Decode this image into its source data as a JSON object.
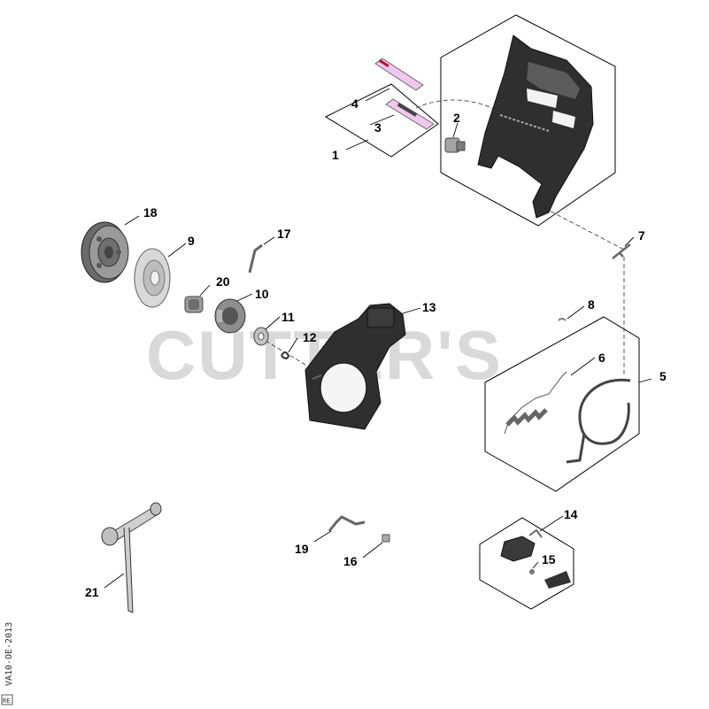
{
  "watermark": "CUTTER'S",
  "side_code": "VA10-OE-2013",
  "corner_code": "RE",
  "callouts": [
    {
      "id": "1",
      "label": "1"
    },
    {
      "id": "2",
      "label": "2"
    },
    {
      "id": "3",
      "label": "3"
    },
    {
      "id": "4",
      "label": "4"
    },
    {
      "id": "5",
      "label": "5"
    },
    {
      "id": "6",
      "label": "6"
    },
    {
      "id": "7",
      "label": "7"
    },
    {
      "id": "8",
      "label": "8"
    },
    {
      "id": "9",
      "label": "9"
    },
    {
      "id": "10",
      "label": "10"
    },
    {
      "id": "11",
      "label": "11"
    },
    {
      "id": "12",
      "label": "12"
    },
    {
      "id": "13",
      "label": "13"
    },
    {
      "id": "14",
      "label": "14"
    },
    {
      "id": "15",
      "label": "15"
    },
    {
      "id": "16",
      "label": "16"
    },
    {
      "id": "17",
      "label": "17"
    },
    {
      "id": "18",
      "label": "18"
    },
    {
      "id": "19",
      "label": "19"
    },
    {
      "id": "20",
      "label": "20"
    },
    {
      "id": "21",
      "label": "21"
    }
  ],
  "colors": {
    "part_dark": "#2b2b2b",
    "part_gray": "#8a8a8a",
    "part_light": "#d6d6d6",
    "label_pink": "#f3c6ee",
    "watermark": "#d9d9d9"
  }
}
